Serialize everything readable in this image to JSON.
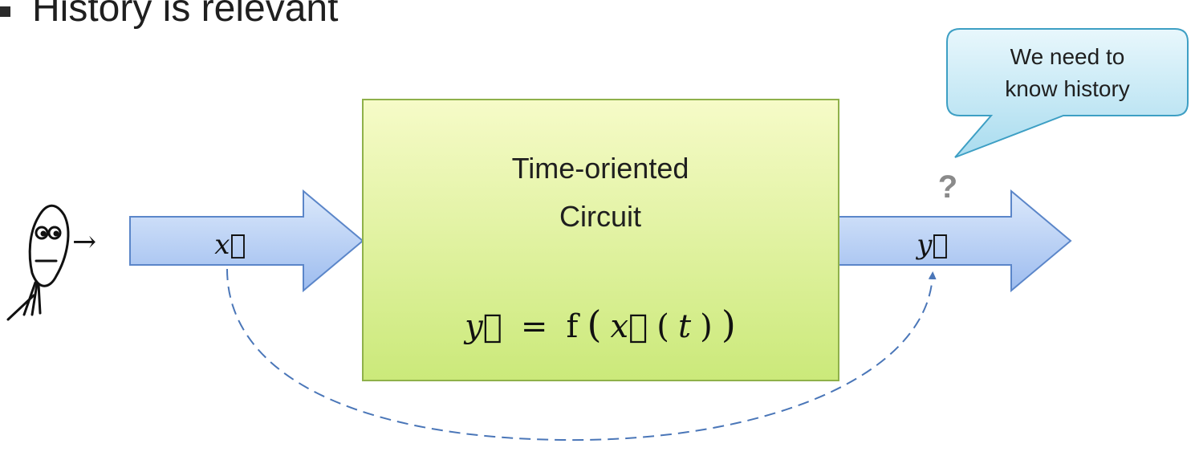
{
  "heading": "History is relevant",
  "box": {
    "title_line1": "Time-oriented",
    "title_line2": "Circuit",
    "formula": {
      "lhs": "y⃗",
      "eq": "=",
      "func": "f",
      "open": "(",
      "arg": "x⃗",
      "param_open": "(",
      "param": "t",
      "param_close": ")",
      "close": ")"
    }
  },
  "input_arrow": {
    "label": "x⃗"
  },
  "output_arrow": {
    "label": "y⃗"
  },
  "small_arrow": "→",
  "question_mark": "?",
  "callout": {
    "line1": "We need to",
    "line2": "know history"
  },
  "colors": {
    "arrow_fill_top": "#dce9fb",
    "arrow_fill_bottom": "#9dbcef",
    "arrow_stroke": "#5b86c9",
    "box_fill_top": "#f6fbc8",
    "box_fill_bottom": "#cbe97a",
    "box_stroke": "#8fb14a",
    "callout_fill_top": "#e8f7fc",
    "callout_fill_bottom": "#a9dcef",
    "callout_stroke": "#3d9fc4",
    "dashed_curve": "#4a76b8"
  }
}
